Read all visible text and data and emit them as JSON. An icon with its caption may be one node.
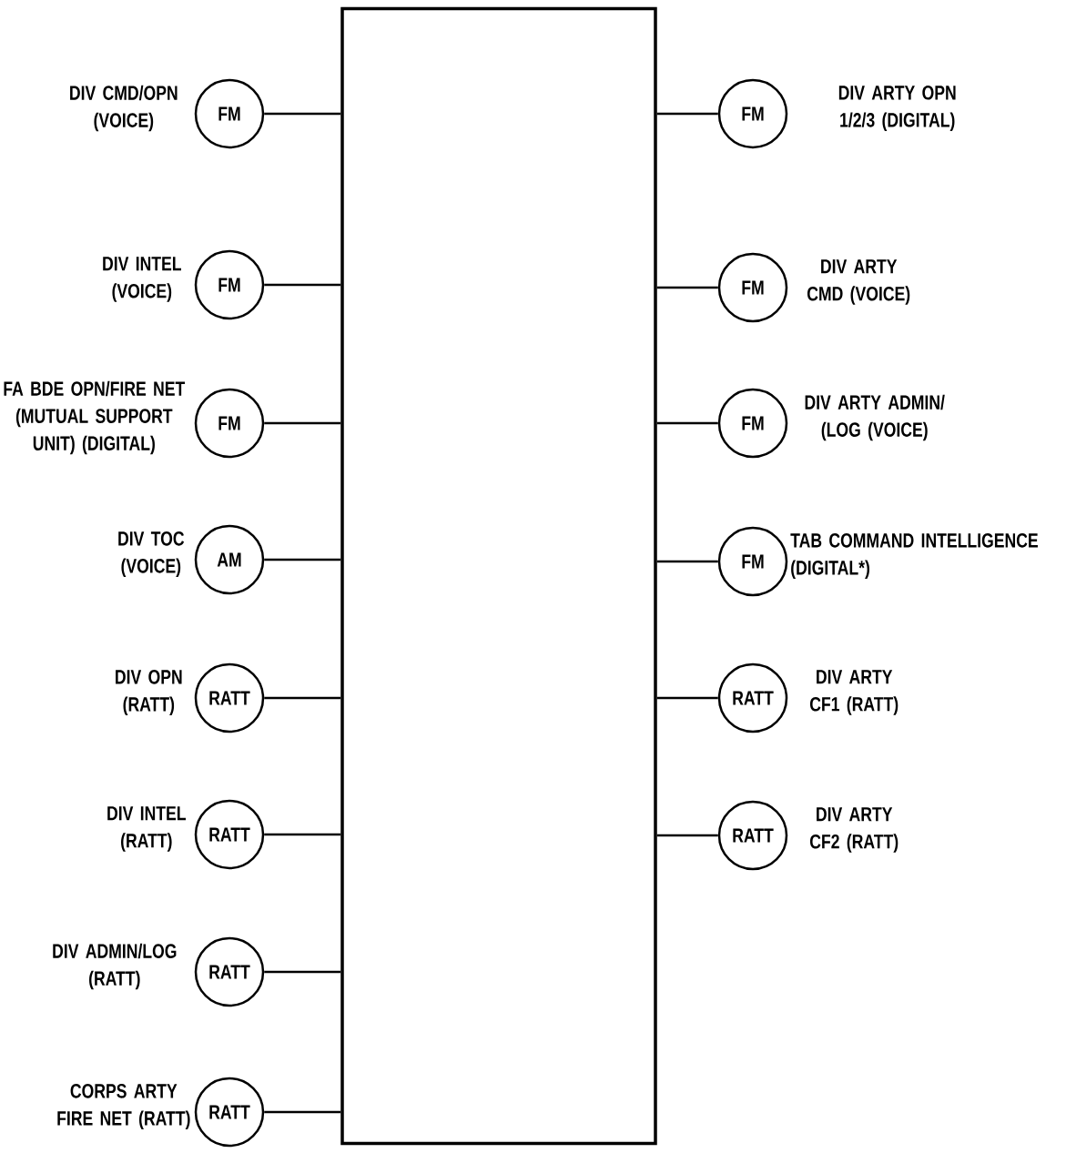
{
  "diagram": {
    "nodes": [
      {
        "text": [],
        "shape": "box"
      },
      {
        "text": [
          "FM"
        ],
        "beside": [
          "DIV CMD/OPN (VOICE)"
        ]
      },
      {
        "text": [
          "FM"
        ],
        "beside": [
          "DIV INTEL (VOICE)"
        ]
      },
      {
        "text": [
          "FM"
        ],
        "beside": [
          "FA BDE OPN/FIRE NET (MUTUAL SUPPORT UNIT) (DIGITAL)"
        ]
      },
      {
        "text": [
          "AM"
        ],
        "beside": [
          "DIV TOC (VOICE)"
        ]
      },
      {
        "text": [
          "RATT"
        ],
        "beside": [
          "DIV OPN (RATT)"
        ]
      },
      {
        "text": [
          "RATT"
        ],
        "beside": [
          "DIV INTEL (RATT)"
        ]
      },
      {
        "text": [
          "RATT"
        ],
        "beside": [
          "DIV ADMIN/LOG (RATT)"
        ]
      },
      {
        "text": [
          "RATT"
        ],
        "beside": [
          "CORPS ARTY FIRE NET (RATT)"
        ]
      },
      {
        "text": [
          "FM"
        ],
        "beside": [
          "DIV ARTY OPN 1/2/3 (DIGITAL)"
        ]
      },
      {
        "text": [
          "FM"
        ],
        "beside": [
          "DIV ARTY CMD (VOICE)"
        ]
      },
      {
        "text": [
          "FM"
        ],
        "beside": [
          "DIV ARTY ADMIN/ (LOG (VOICE)"
        ]
      },
      {
        "text": [
          "FM"
        ],
        "beside": [
          "TAB COMMAND INTELLIGENCE (DIGITAL*)"
        ]
      },
      {
        "text": [
          "RATT"
        ],
        "beside": [
          "DIV ARTY CF1 (RATT)"
        ]
      },
      {
        "text": [
          "RATT"
        ],
        "beside": [
          "DIV ARTY CF2 (RATT)"
        ]
      }
    ],
    "edges": [
      {
        "from": 1,
        "to": 0,
        "arrow": "none"
      },
      {
        "from": 2,
        "to": 0,
        "arrow": "none"
      },
      {
        "from": 3,
        "to": 0,
        "arrow": "none"
      },
      {
        "from": 4,
        "to": 0,
        "arrow": "none"
      },
      {
        "from": 5,
        "to": 0,
        "arrow": "none"
      },
      {
        "from": 6,
        "to": 0,
        "arrow": "none"
      },
      {
        "from": 7,
        "to": 0,
        "arrow": "none"
      },
      {
        "from": 8,
        "to": 0,
        "arrow": "none"
      },
      {
        "from": 9,
        "to": 0,
        "arrow": "none"
      },
      {
        "from": 10,
        "to": 0,
        "arrow": "none"
      },
      {
        "from": 11,
        "to": 0,
        "arrow": "none"
      },
      {
        "from": 12,
        "to": 0,
        "arrow": "none"
      },
      {
        "from": 13,
        "to": 0,
        "arrow": "none"
      },
      {
        "from": 14,
        "to": 0,
        "arrow": "none"
      }
    ]
  }
}
